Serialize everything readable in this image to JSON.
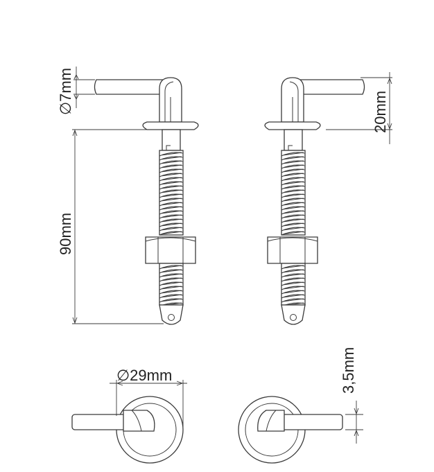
{
  "labels": {
    "pin_diameter": "∅7mm",
    "upper_height": "20mm",
    "total_length": "90mm",
    "flange_diameter": "∅29mm",
    "bottom_offset": "3,5mm"
  },
  "colors": {
    "line": "#3a3a3a",
    "text": "#222222",
    "background": "#ffffff"
  }
}
